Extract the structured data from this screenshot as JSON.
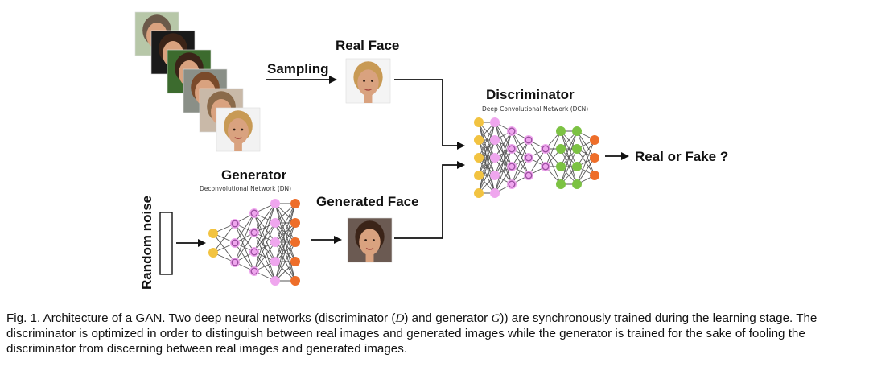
{
  "labels": {
    "real_face": "Real Face",
    "sampling": "Sampling",
    "discriminator": "Discriminator",
    "discriminator_sub": "Deep Convolutional Network (DCN)",
    "generator": "Generator",
    "generator_sub": "Deconvolutional Network (DN)",
    "generated_face": "Generated Face",
    "random_noise": "Random noise",
    "output": "Real or Fake ?"
  },
  "caption": {
    "part1": "Fig. 1. Architecture of a GAN. Two deep neural networks (discriminator (",
    "sym_d": "D",
    "part2": ") and generator ",
    "sym_g": "G",
    "part3": ")) are synchronously trained during the learning stage. The discriminator is optimized in order to distinguish between real images and generated images while the generator is trained for the sake of fooling the discriminator from discerning between real images and generated images."
  },
  "colors": {
    "input_node": "#F2C341",
    "hidden_node": "#EFA6EE",
    "hidden_ring": "#9B4FA0",
    "dense_node": "#7CC243",
    "output_node": "#EE6E2A",
    "skin": "#D9A27F",
    "hair_dark": "#3B2418",
    "hair_blonde": "#C89A55"
  }
}
